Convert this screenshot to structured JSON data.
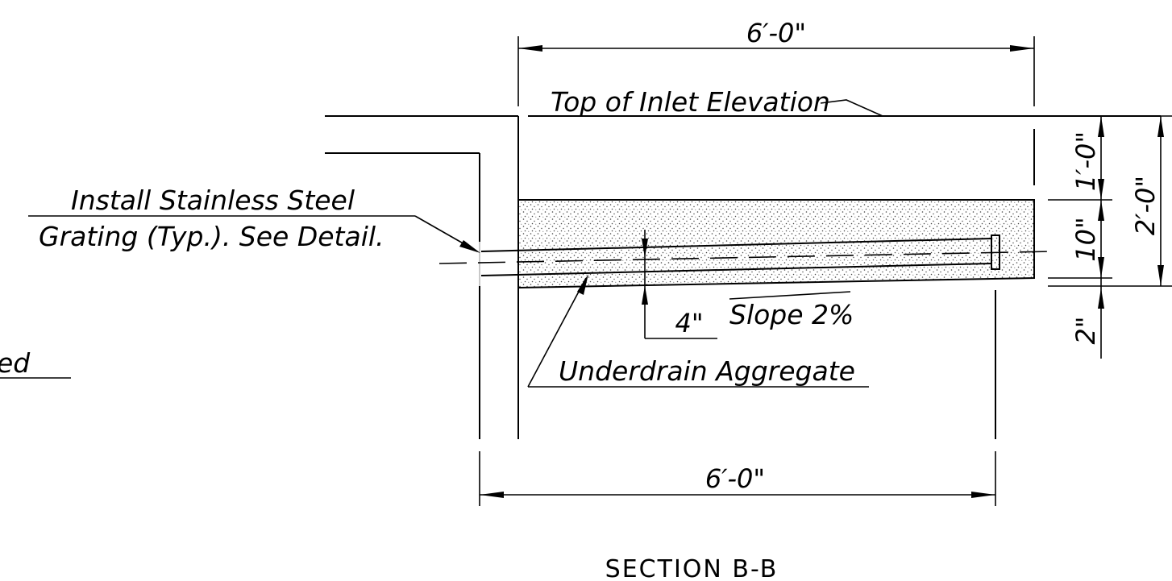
{
  "dimensions": {
    "top_width": "6′-0\"",
    "bottom_width": "6′-0\"",
    "depth_upper": "1′-0\"",
    "depth_total": "2′-0\"",
    "aggregate_thickness": "10\"",
    "bottom_offset": "2\"",
    "pipe_offset": "4\""
  },
  "labels": {
    "top_of_inlet": "Top of Inlet Elevation",
    "grating_line1": "Install Stainless Steel",
    "grating_line2": "Grating (Typ.). See Detail.",
    "slope": "Slope 2%",
    "aggregate": "Underdrain Aggregate",
    "partial_left": "ed"
  },
  "title": "SECTION B-B"
}
